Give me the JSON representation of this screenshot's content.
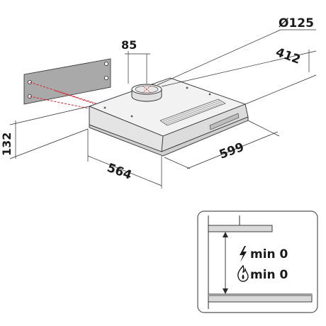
{
  "dimensions": {
    "duct_diameter": "Ø125",
    "duct_offset": "85",
    "depth": "412",
    "height": "132",
    "depth_front": "564",
    "width": "599"
  },
  "clearance": {
    "electric": "min 0",
    "gas": "min 0"
  },
  "colors": {
    "line": "#2b2b2b",
    "plate": "#a9a9a9",
    "hood_light": "#f2f2f2",
    "hood_mid": "#e4e4e4",
    "hood_dark": "#cfcfcf",
    "dashed": "#d8242a",
    "box_border": "#555555"
  }
}
